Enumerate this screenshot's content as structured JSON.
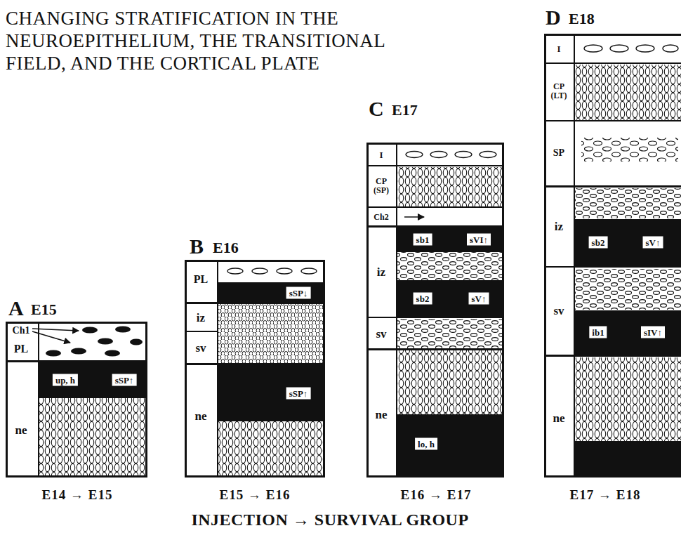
{
  "diagram": {
    "title": "CHANGING STRATIFICATION IN THE NEUROEPITHELIUM, THE TRANSITIONAL FIELD, AND THE CORTICAL PLATE",
    "caption": "INJECTION → SURVIVAL GROUP",
    "nodes": [
      {
        "text": [
          "Ch1",
          "PL"
        ]
      },
      {
        "text": [
          "ne"
        ]
      },
      {
        "text": [
          "up, h",
          "sSP↑"
        ],
        "in": 1
      },
      {
        "text": [
          "PL"
        ]
      },
      {
        "text": [
          "sSP↓"
        ],
        "in": 3
      },
      {
        "text": [
          "iz",
          "sv"
        ]
      },
      {
        "text": [
          "ne"
        ]
      },
      {
        "text": [
          "sSP↑"
        ],
        "in": 6
      },
      {
        "text": [
          "I",
          "CP (SP)",
          "Ch2"
        ]
      },
      {
        "text": [
          "iz",
          "sv"
        ]
      },
      {
        "text": [
          "sb1",
          "sVI↑"
        ],
        "in": 9
      },
      {
        "text": [
          "sb2",
          "sV↑"
        ],
        "in": 9
      },
      {
        "text": [
          "ne"
        ]
      },
      {
        "text": [
          "lo, h"
        ],
        "in": 12
      },
      {
        "text": [
          "I",
          "CP (LT)",
          "SP"
        ]
      },
      {
        "text": [
          "iz",
          "sv"
        ]
      },
      {
        "text": [
          "sb2",
          "sV↑"
        ],
        "in": 15
      },
      {
        "text": [
          "ib1",
          "sIV↑"
        ],
        "in": 15
      },
      {
        "text": [
          "ne"
        ]
      }
    ],
    "labels": [
      "A",
      "E15",
      "B",
      "E16",
      "C",
      "E17",
      "D",
      "E18",
      "E14 → E15",
      "E15 → E16",
      "E16 → E17",
      "E17 → E18"
    ]
  }
}
